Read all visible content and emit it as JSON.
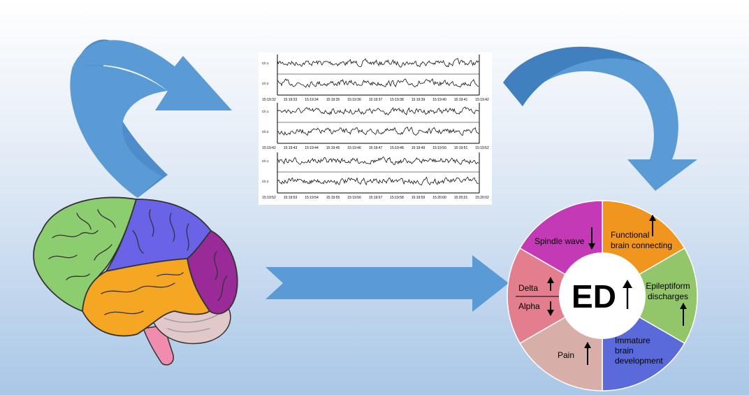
{
  "eeg": {
    "channel_labels": [
      "Ch 1",
      "Ch 2"
    ],
    "rows": [
      {
        "times": [
          "15:19:32",
          "15:19:33",
          "15:19:34",
          "15:19:35",
          "15:19:36",
          "15:19:37",
          "15:19:38",
          "15:19:39",
          "15:19:40",
          "15:19:41",
          "15:19:42"
        ]
      },
      {
        "times": [
          "15:19:42",
          "15:19:43",
          "15:19:44",
          "15:19:45",
          "15:19:46",
          "15:19:47",
          "15:19:48",
          "15:19:49",
          "15:19:50",
          "15:19:51",
          "15:19:52"
        ]
      },
      {
        "times": [
          "15:19:52",
          "15:19:53",
          "15:19:54",
          "15:19:55",
          "15:19:56",
          "15:19:57",
          "15:19:58",
          "15:19:59",
          "15:20:00",
          "15:20:01",
          "15:20:02"
        ]
      }
    ]
  },
  "wheel": {
    "center_label": "ED",
    "center_arrow": "up",
    "segments": [
      {
        "key": "functional",
        "lines": [
          "Functional",
          "brain connecting"
        ],
        "arrow": "up",
        "color": "#f0961e"
      },
      {
        "key": "epileptiform",
        "lines": [
          "Epileptiform",
          "discharges"
        ],
        "arrow": "up",
        "color": "#93c66a"
      },
      {
        "key": "immature",
        "lines": [
          "Immature",
          "brain",
          "development"
        ],
        "arrow": "none",
        "color": "#5a6ad8"
      },
      {
        "key": "pain",
        "lines": [
          "Pain"
        ],
        "arrow": "up",
        "color": "#d8aea8"
      },
      {
        "key": "delta-alpha",
        "numerator": "Delta",
        "denominator": "Alpha",
        "arrow_top": "up",
        "arrow_bottom": "down",
        "color": "#e27e8e"
      },
      {
        "key": "spindle",
        "lines": [
          "Spindle wave"
        ],
        "arrow": "down",
        "color": "#c43ab6"
      }
    ]
  },
  "colors": {
    "arrow": "#5b9bd5",
    "arrow_dark": "#3f7db8",
    "brain_frontal": "#8ccd6f",
    "brain_parietal": "#6a63e8",
    "brain_temporal": "#f5a623",
    "brain_occipital": "#9a2a98",
    "brain_cerebellum": "#e2c9c9",
    "brain_stem": "#f08cae"
  }
}
